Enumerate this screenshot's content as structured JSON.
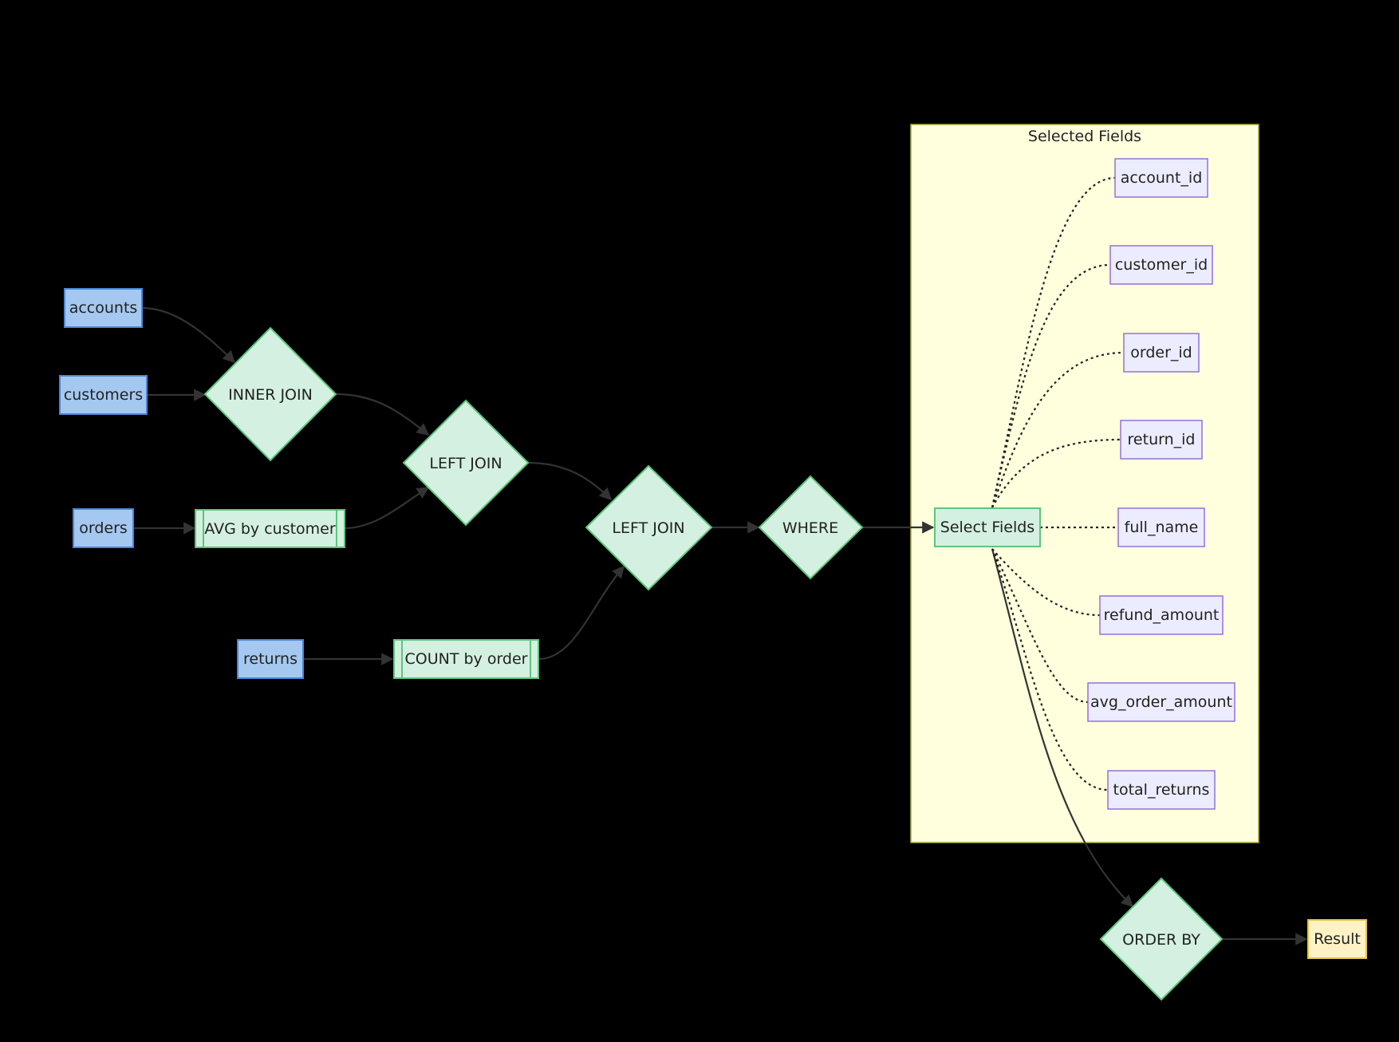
{
  "colors": {
    "background": "#000000",
    "source_fill": "#a4c8f0",
    "source_stroke": "#4a86d8",
    "op_fill": "#d4f0e0",
    "op_stroke": "#5cc67c",
    "field_fill": "#ececff",
    "field_stroke": "#9370db",
    "cluster_fill": "#ffffde",
    "cluster_stroke": "#aaaa33",
    "result_fill": "#fff2c4",
    "result_stroke": "#e6c04a",
    "edge": "#333333"
  },
  "cluster": {
    "title": "Selected Fields"
  },
  "nodes": {
    "accounts": "accounts",
    "customers": "customers",
    "orders": "orders",
    "returns": "returns",
    "inner_join": "INNER JOIN",
    "avg_by_customer": "AVG by customer",
    "left_join_1": "LEFT JOIN",
    "count_by_order": "COUNT by order",
    "left_join_2": "LEFT JOIN",
    "where": "WHERE",
    "select_fields": "Select Fields",
    "order_by": "ORDER BY",
    "result": "Result"
  },
  "fields": [
    "account_id",
    "customer_id",
    "order_id",
    "return_id",
    "full_name",
    "refund_amount",
    "avg_order_amount",
    "total_returns"
  ]
}
